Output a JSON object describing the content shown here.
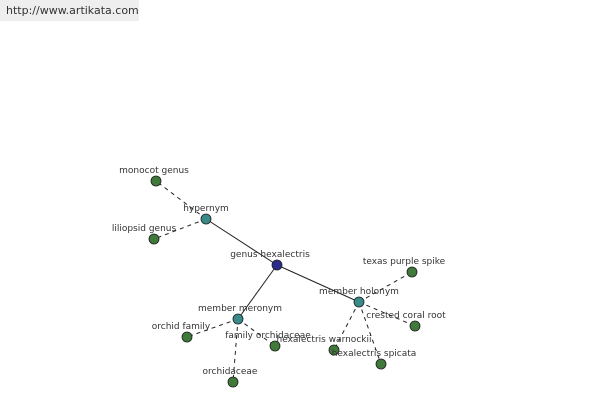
{
  "banner": {
    "url_text": "http://www.artikata.com"
  },
  "colors": {
    "center_node": "#2b2b8c",
    "relation_node": "#3a8a8a",
    "leaf_node": "#3f7a3a",
    "node_stroke": "#1e1e1e",
    "edge_solid": "#222222",
    "edge_dashed": "#222222",
    "label_text": "#333333"
  },
  "graph": {
    "center": {
      "id": "genus-hexalectris",
      "label": "genus hexalectris"
    },
    "relations": [
      {
        "id": "hypernym",
        "label": "hypernym"
      },
      {
        "id": "member-meronym",
        "label": "member meronym"
      },
      {
        "id": "member-holonym",
        "label": "member holonym"
      }
    ],
    "leaves": [
      {
        "id": "monocot-genus",
        "label": "monocot genus",
        "relation": "hypernym"
      },
      {
        "id": "liliopsid-genus",
        "label": "liliopsid genus",
        "relation": "hypernym"
      },
      {
        "id": "orchid-family",
        "label": "orchid family",
        "relation": "member-meronym"
      },
      {
        "id": "family-orchidaceae",
        "label": "family orchidaceae",
        "relation": "member-meronym"
      },
      {
        "id": "orchidaceae",
        "label": "orchidaceae",
        "relation": "member-meronym"
      },
      {
        "id": "texas-purple-spike",
        "label": "texas purple spike",
        "relation": "member-holonym"
      },
      {
        "id": "crested-coral-root",
        "label": "crested coral root",
        "relation": "member-holonym"
      },
      {
        "id": "hexalectris-warnockii",
        "label": "hexalectris warnockii",
        "relation": "member-holonym"
      },
      {
        "id": "hexalectris-spicata",
        "label": "hexalectris spicata",
        "relation": "member-holonym"
      }
    ]
  }
}
